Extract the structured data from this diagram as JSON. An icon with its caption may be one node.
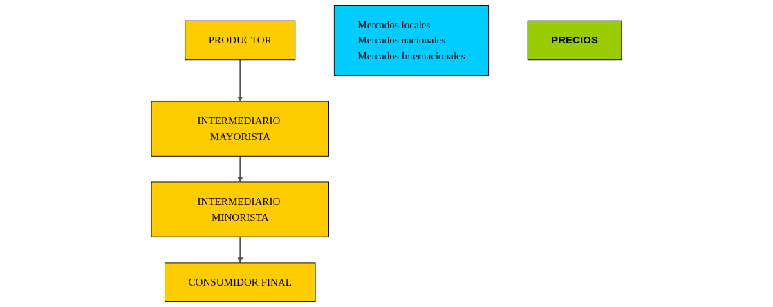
{
  "diagram": {
    "nodes": [
      {
        "text": [
          "PRODUCTOR"
        ]
      },
      {
        "text": [
          "INTERMEDIARIO MAYORISTA"
        ]
      },
      {
        "text": [
          "INTERMEDIARIO MINORISTA"
        ]
      },
      {
        "text": [
          "CONSUMIDOR FINAL"
        ]
      },
      {
        "text": [
          "Mercados locales",
          "Mercados nacionales",
          "Mercados Internacionales"
        ]
      },
      {
        "text": [
          "PRECIOS"
        ]
      }
    ],
    "edges": [
      {
        "from": 0,
        "to": 1,
        "arrow": "to"
      },
      {
        "from": 1,
        "to": 2,
        "arrow": "to"
      },
      {
        "from": 2,
        "to": 3,
        "arrow": "to"
      }
    ]
  }
}
